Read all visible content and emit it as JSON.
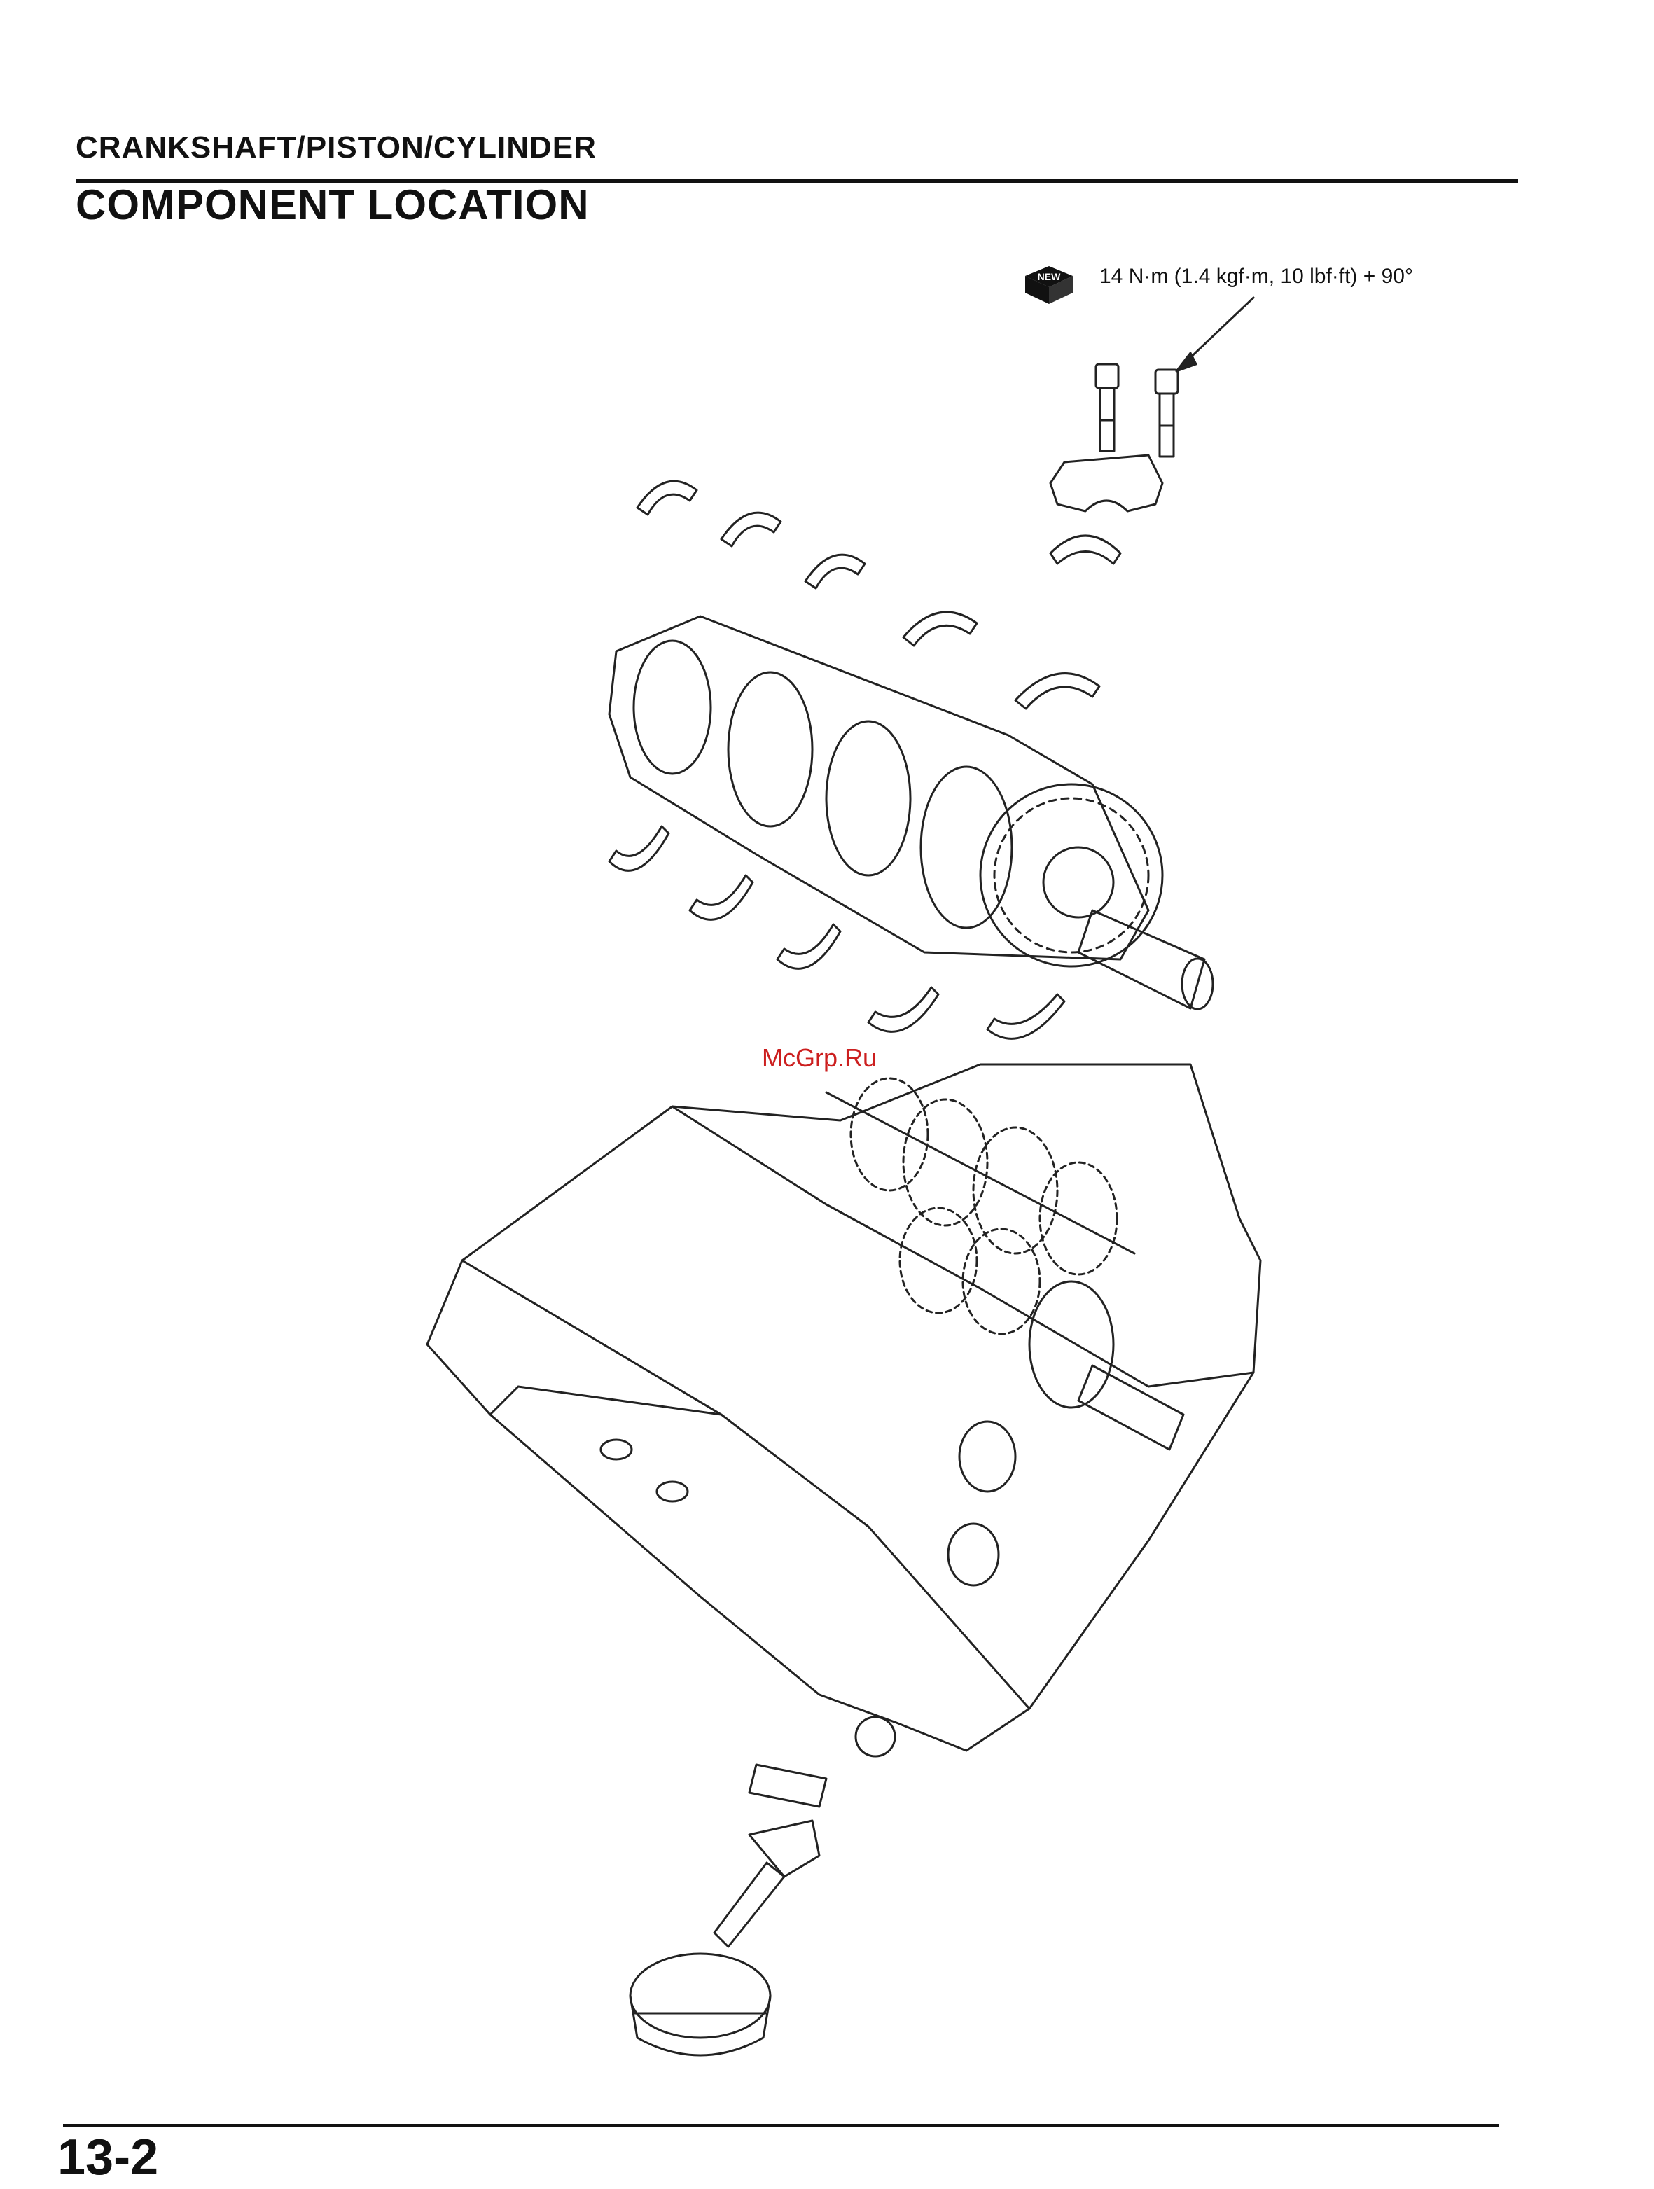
{
  "header": {
    "section": "CRANKSHAFT/PISTON/CYLINDER",
    "title": "COMPONENT LOCATION"
  },
  "callout": {
    "badge": "NEW",
    "torque": "14 N·m (1.4 kgf·m, 10 lbf·ft) + 90°"
  },
  "watermark": "McGrp.Ru",
  "footer": {
    "page_number": "13-2"
  }
}
